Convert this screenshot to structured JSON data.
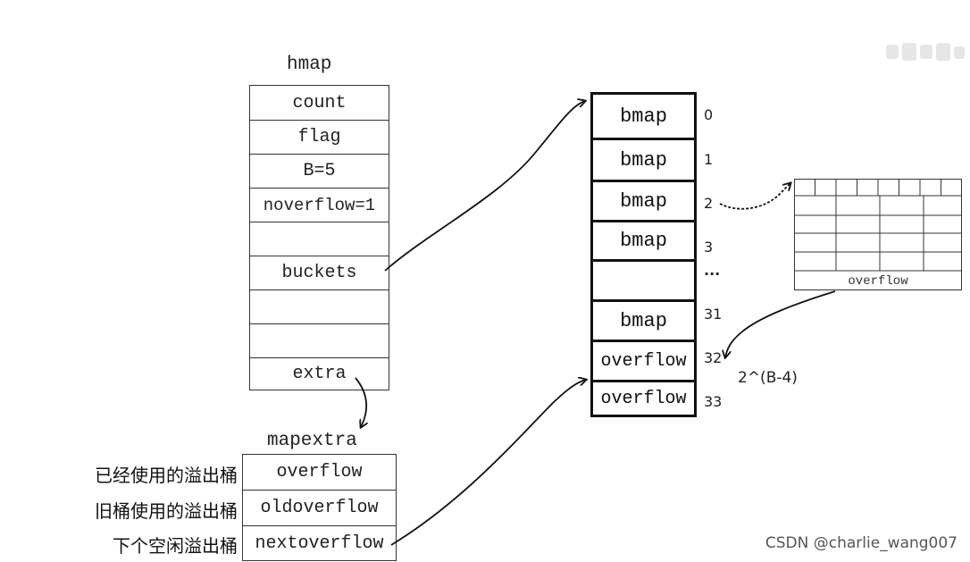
{
  "hmap": {
    "title": "hmap",
    "rows": [
      "count",
      "flag",
      "B=5",
      "noverflow=1",
      "",
      "buckets",
      "",
      "",
      "extra"
    ]
  },
  "mapextra": {
    "title": "mapextra",
    "rows": [
      "overflow",
      "oldoverflow",
      "nextoverflow"
    ],
    "labels": [
      "已经使用的溢出桶",
      "旧桶使用的溢出桶",
      "下个空闲溢出桶"
    ]
  },
  "buckets": {
    "cells": [
      "bmap",
      "bmap",
      "bmap",
      "bmap",
      "",
      "bmap",
      "overflow",
      "overflow"
    ],
    "indices": [
      "0",
      "1",
      "2",
      "3",
      "...",
      "31",
      "32",
      "33"
    ]
  },
  "bmap_detail": {
    "footer": "overflow"
  },
  "formula": "2^(B-4)",
  "watermark": "CSDN @charlie_wang007"
}
